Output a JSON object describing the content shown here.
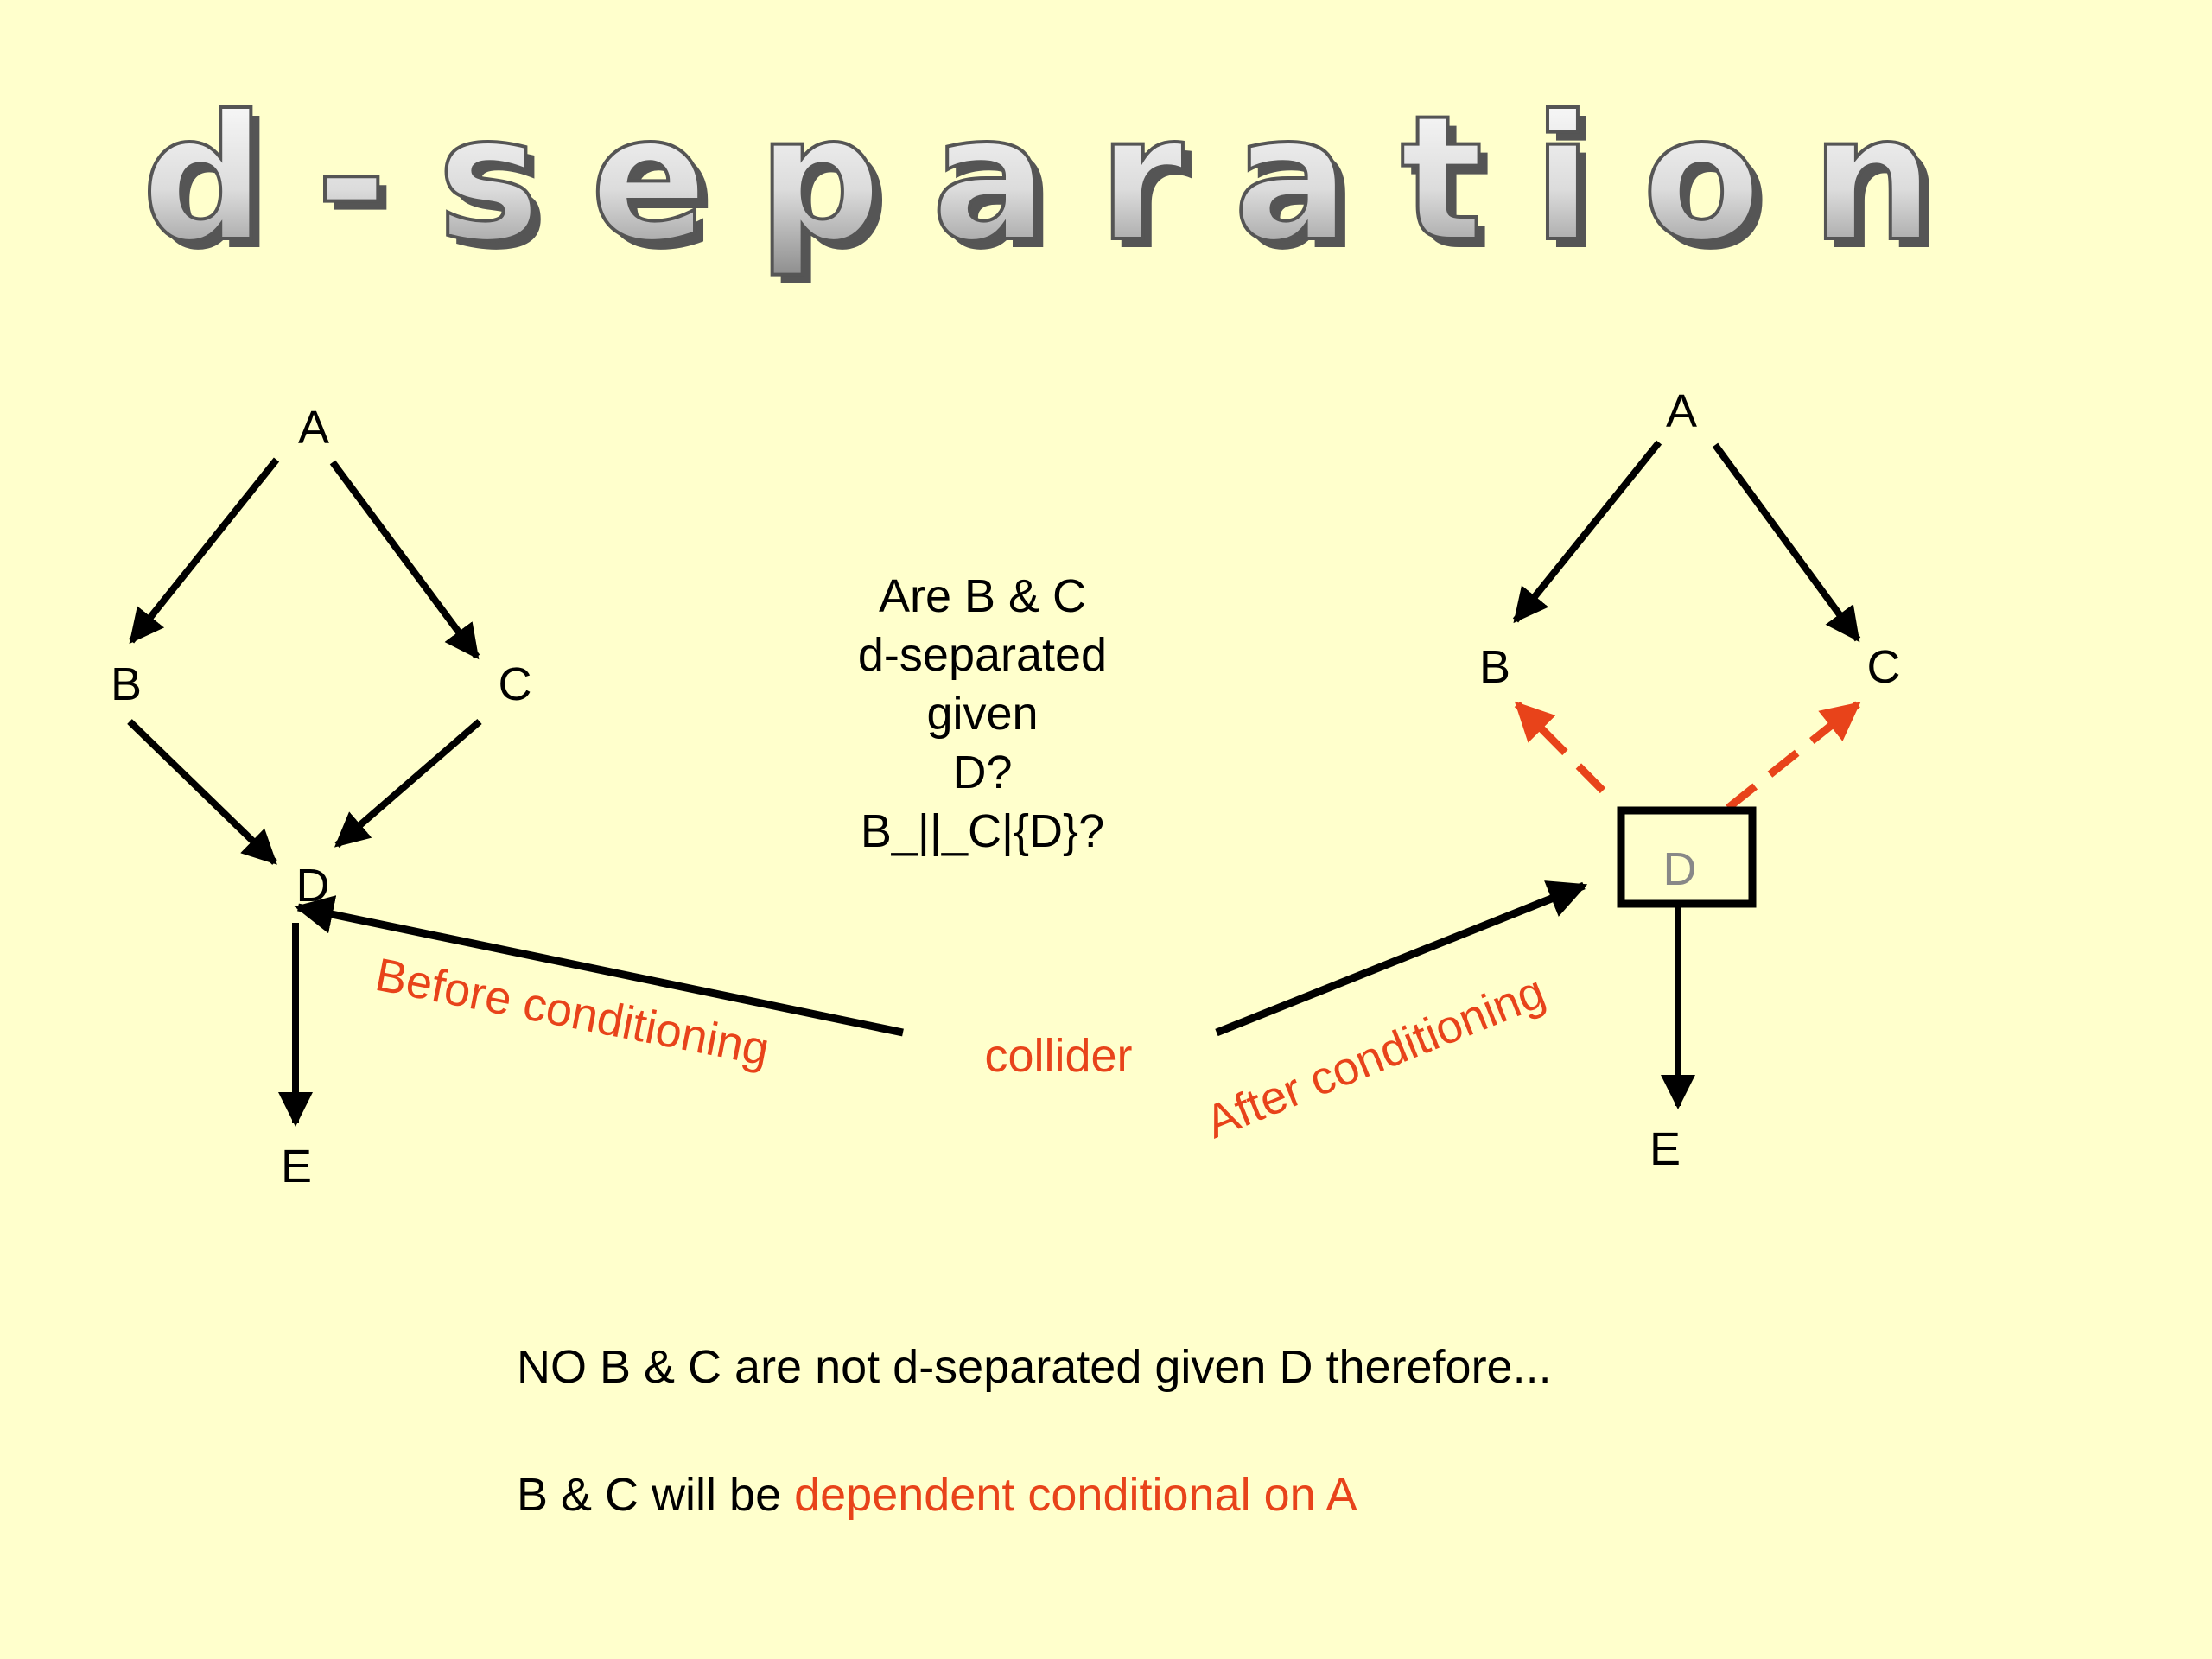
{
  "title": "d-separation",
  "left_graph": {
    "nodes": {
      "A": "A",
      "B": "B",
      "C": "C",
      "D": "D",
      "E": "E"
    }
  },
  "right_graph": {
    "nodes": {
      "A": "A",
      "B": "B",
      "C": "C",
      "D": "D",
      "E": "E"
    }
  },
  "question": [
    "Are B & C",
    "d-separated",
    "given",
    "D?",
    "B_||_C|{D}?"
  ],
  "annotations": {
    "collider": "collider",
    "before": "Before conditioning",
    "after": "After conditioning"
  },
  "conclusion": {
    "line1": "NO B & C are not d-separated given D therefore...",
    "line2_prefix": "B & C will be ",
    "line2_highlight": "dependent conditional on A"
  },
  "colors": {
    "background": "#ffffcc",
    "accent": "#e8431a",
    "edge": "#000000"
  }
}
